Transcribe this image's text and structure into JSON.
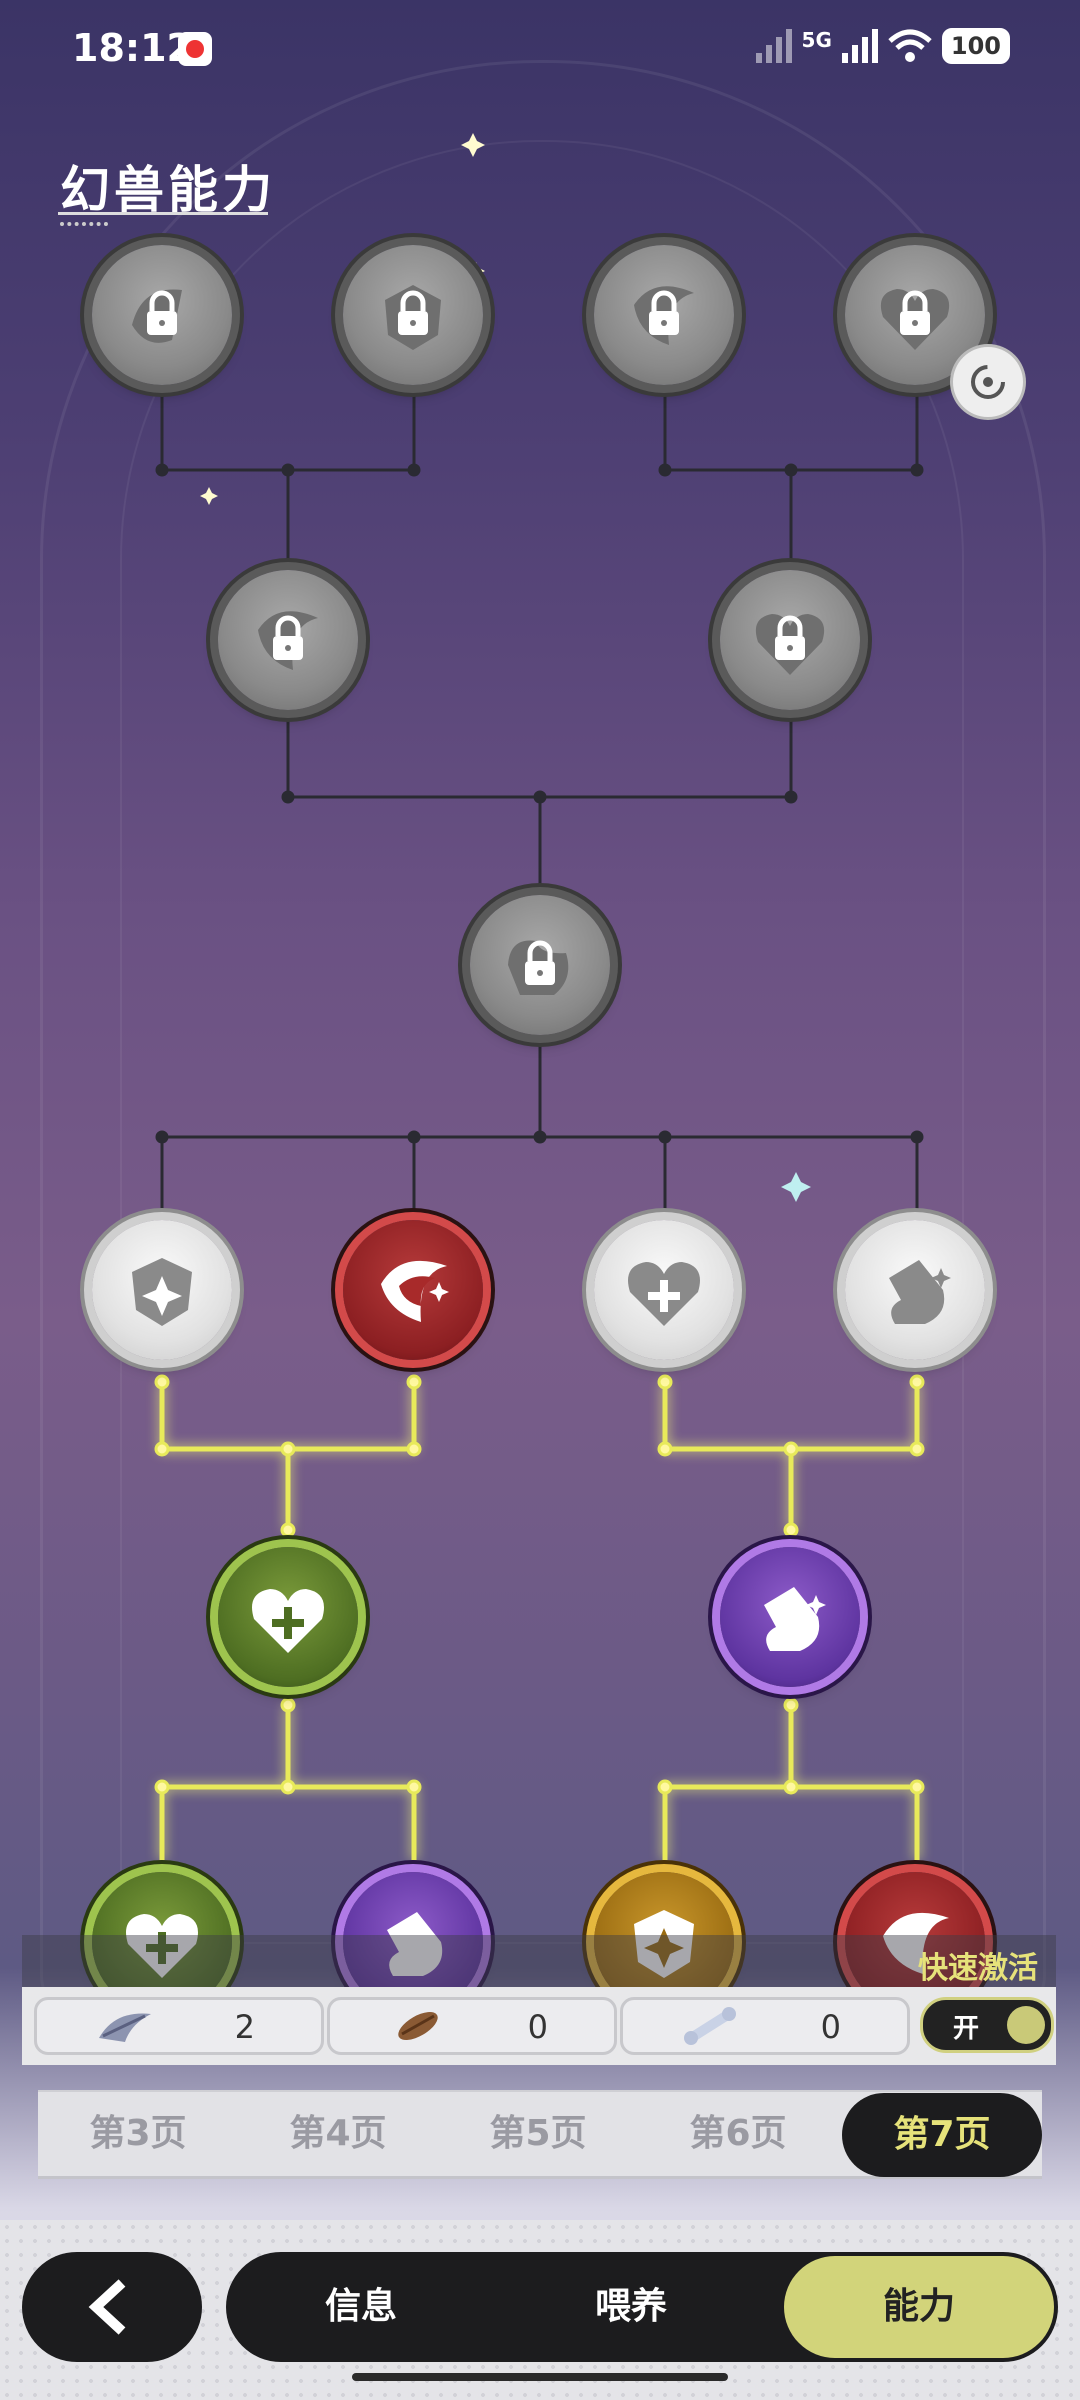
{
  "status_bar": {
    "time": "18:12",
    "network": "5G",
    "battery": "100"
  },
  "page_title": "幻兽能力",
  "quick_activate": {
    "label": "快速激活",
    "toggle_label": "开"
  },
  "materials": [
    {
      "icon": "feather-material-icon",
      "count": "2"
    },
    {
      "icon": "rope-material-icon",
      "count": "0"
    },
    {
      "icon": "bone-material-icon",
      "count": "0"
    }
  ],
  "page_tabs": [
    {
      "label": "第3页"
    },
    {
      "label": "第4页"
    },
    {
      "label": "第5页"
    },
    {
      "label": "第6页"
    },
    {
      "label": "第7页",
      "active": true
    }
  ],
  "bottom_nav": [
    {
      "label": "信息"
    },
    {
      "label": "喂养"
    },
    {
      "label": "能力",
      "active": true
    }
  ],
  "colors": {
    "accent": "#e6e27a",
    "active_nav": "#d2d47a",
    "glow_line": "#e8ea5a"
  }
}
